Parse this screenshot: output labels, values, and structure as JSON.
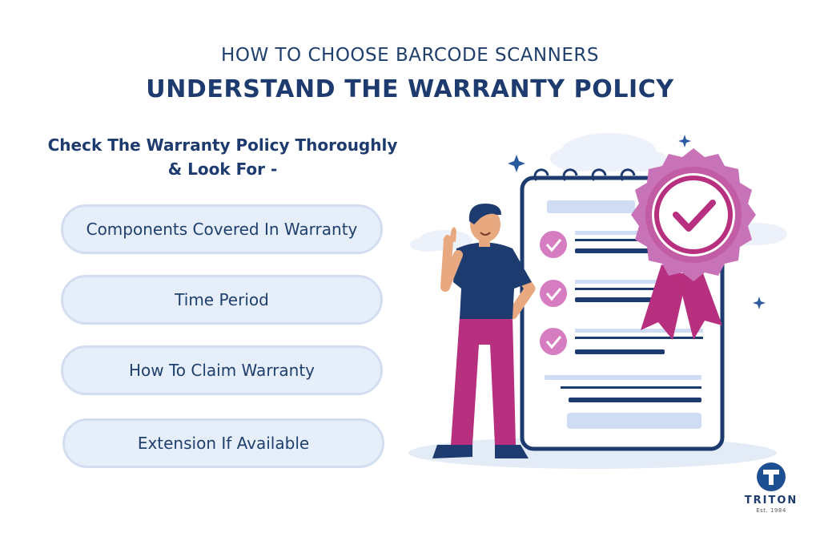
{
  "header": {
    "subtitle": "HOW TO CHOOSE BARCODE SCANNERS",
    "title": "UNDERSTAND THE WARRANTY POLICY"
  },
  "intro": {
    "line1": "Check The Warranty Policy Thoroughly",
    "line2": "& Look For -"
  },
  "items": [
    {
      "label": "Components Covered In Warranty"
    },
    {
      "label": "Time Period"
    },
    {
      "label": "How To Claim Warranty"
    },
    {
      "label": "Extension If Available"
    }
  ],
  "brand": {
    "name": "TRITON",
    "established": "Est. 1984"
  },
  "colors": {
    "navy": "#1d3b6e",
    "pill_bg": "#e6eefa",
    "accent_magenta": "#b6307f",
    "badge_pink": "#c873b8"
  }
}
